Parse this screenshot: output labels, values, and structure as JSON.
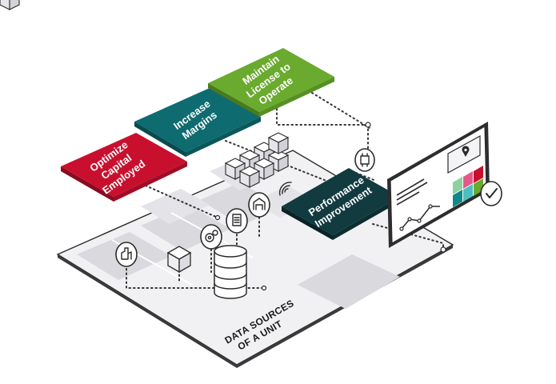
{
  "kpi_tiles": {
    "optimize": {
      "line1": "Optimize",
      "line2": "Capital",
      "line3": "Employed",
      "color": "#c8102e"
    },
    "margins": {
      "line1": "Increase",
      "line2": "Margins",
      "color": "#0e6b70"
    },
    "license": {
      "line1": "Maintain",
      "line2": "License to",
      "line3": "Operate",
      "color": "#6aaa2e"
    }
  },
  "performance": {
    "line1": "Performance",
    "line2": "Improvement",
    "color": "#123b40"
  },
  "base": {
    "line1": "DATA SOURCES",
    "line2": "OF A UNIT"
  },
  "dashboard": {
    "colors": [
      "#c8102e",
      "#6aaa2e",
      "#0e8a8a",
      "#e35a8a",
      "#4bbfbf",
      "#8fd0a0"
    ],
    "icons": [
      "location-pin-icon",
      "line-chart-icon",
      "checkmark-icon"
    ]
  },
  "source_icons": [
    "factory-icon",
    "cube-icon",
    "database-icon",
    "gears-icon",
    "document-icon",
    "warehouse-icon",
    "cpu-icon",
    "wireless-icon"
  ]
}
